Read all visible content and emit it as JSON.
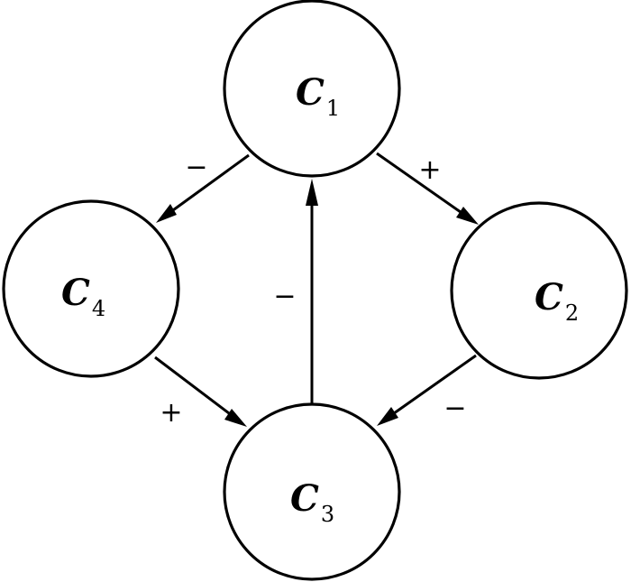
{
  "diagram": {
    "title": "",
    "colors": {
      "stroke": "#000000",
      "fill": "#ffffff"
    },
    "nodes": [
      {
        "id": "C1",
        "letter": "C",
        "subscript": "1"
      },
      {
        "id": "C2",
        "letter": "C",
        "subscript": "2"
      },
      {
        "id": "C3",
        "letter": "C",
        "subscript": "3"
      },
      {
        "id": "C4",
        "letter": "C",
        "subscript": "4"
      }
    ],
    "edges": [
      {
        "from": "C1",
        "to": "C4",
        "sign": "−"
      },
      {
        "from": "C1",
        "to": "C2",
        "sign": "+"
      },
      {
        "from": "C3",
        "to": "C1",
        "sign": "−"
      },
      {
        "from": "C4",
        "to": "C3",
        "sign": "+"
      },
      {
        "from": "C2",
        "to": "C3",
        "sign": "−"
      }
    ]
  }
}
